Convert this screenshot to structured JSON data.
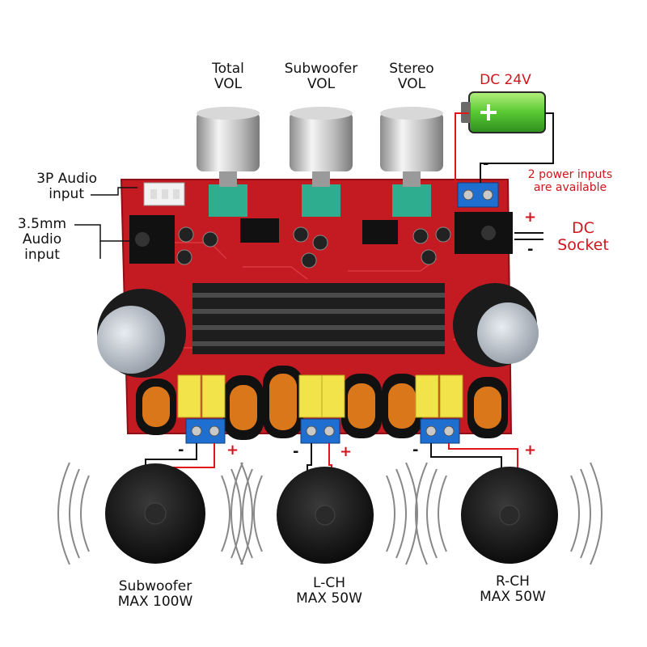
{
  "labels": {
    "total_vol": [
      "Total",
      "VOL"
    ],
    "subwoofer_vol": [
      "Subwoofer",
      "VOL"
    ],
    "stereo_vol": [
      "Stereo",
      "VOL"
    ],
    "dc_24v": "DC 24V",
    "audio_3p": [
      "3P Audio",
      "input"
    ],
    "audio_35mm": [
      "3.5mm",
      "Audio",
      "input"
    ],
    "power_note": [
      "2 power inputs",
      "are available"
    ],
    "dc_socket": [
      "DC",
      "Socket"
    ],
    "speaker_subwoofer": [
      "Subwoofer",
      "MAX 100W"
    ],
    "speaker_lch": [
      "L-CH",
      "MAX 50W"
    ],
    "speaker_rch": [
      "R-CH",
      "MAX 50W"
    ]
  },
  "polarity": {
    "plus": "+",
    "minus": "-"
  },
  "colors": {
    "pcb": "#c41a22",
    "heatsink": "#1e1e1e",
    "terminal": "#1f6fd1",
    "knob": "#c9c9c9",
    "potentiometer": "#2fae8f",
    "wire_red": "#e1161c",
    "wire_black": "#111111",
    "battery_green": "#58c832",
    "capacitor_yellow": "#f2e34a"
  }
}
